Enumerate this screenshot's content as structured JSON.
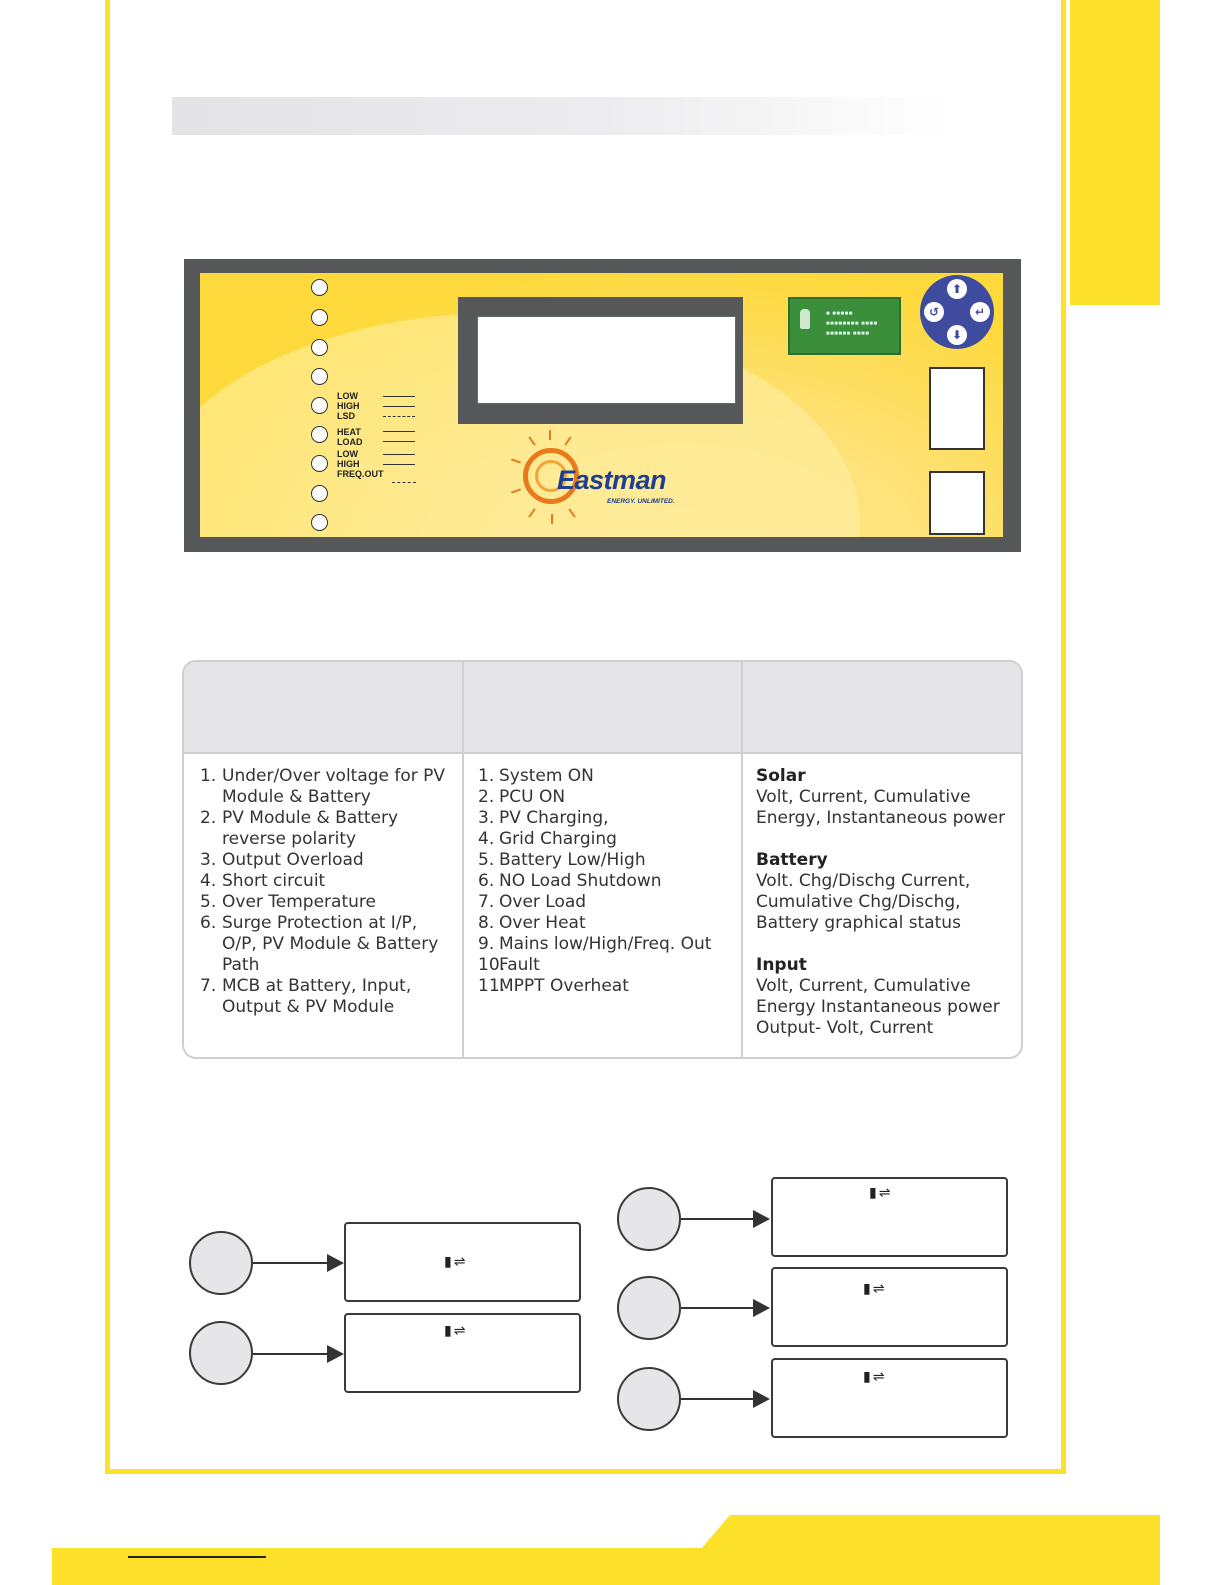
{
  "page": {
    "colors": {
      "accent": "#fde02a",
      "panel_frame": "#555759",
      "keypad": "#3f4b9e",
      "table_header": "#e5e5e7"
    }
  },
  "front_panel": {
    "indicator_labels": [
      {
        "key": "battery",
        "lines": [
          "LOW",
          "HIGH",
          "LSD"
        ]
      },
      {
        "key": "heat-load",
        "lines": [
          "HEAT",
          "LOAD"
        ]
      },
      {
        "key": "mains",
        "lines": [
          "LOW",
          "HIGH",
          "FREQ.OUT"
        ]
      }
    ],
    "logo_name": "Eastman",
    "logo_tagline": "ENERGY. UNLIMITED.",
    "keypad_keys": {
      "up": "⬆",
      "down": "⬇",
      "back": "↺",
      "enter": "↵"
    },
    "badge_icon": "certification-badge-icon"
  },
  "features_table": {
    "protection": [
      "1. Under/Over voltage for PV Module & Battery",
      "2. PV Module & Battery reverse polarity",
      "3. Output Overload",
      "4. Short circuit",
      "5. Over Temperature",
      "6. Surge Protection at I/P, O/P, PV Module & Battery Path",
      "7. MCB at Battery, Input, Output & PV Module"
    ],
    "indications": [
      "1. System ON",
      "2. PCU ON",
      "3. PV Charging,",
      "4. Grid Charging",
      "5. Battery Low/High",
      "6. NO Load Shutdown",
      "7. Over Load",
      "8. Over Heat",
      "9. Mains low/High/Freq. Out",
      "10. Fault",
      "11. MPPT Overheat"
    ],
    "display": {
      "solar_title": "Solar",
      "solar_text": [
        "Volt, Current, Cumulative",
        "Energy, Instantaneous power"
      ],
      "battery_title": "Battery",
      "battery_text": [
        "Volt. Chg/Dischg Current,",
        "Cumulative Chg/Dischg,",
        "Battery graphical status"
      ],
      "input_title": "Input",
      "input_text": [
        "Volt, Current, Cumulative",
        "Energy Instantaneous power",
        "Output- Volt, Current"
      ]
    }
  },
  "flow_diagram": {
    "status_icon": "battery-grid-exchange-icon",
    "status_glyph": "▮⇌"
  }
}
